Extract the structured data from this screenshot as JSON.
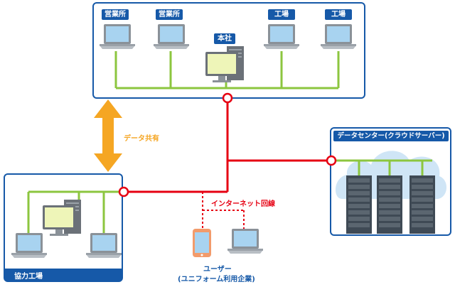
{
  "headquarters_network": {
    "branch_office_1": "営業所",
    "branch_office_2": "営業所",
    "head_office": "本社",
    "factory_1": "工場",
    "factory_2": "工場"
  },
  "data_sharing_label": "データ共有",
  "data_center_label": "データセンター(クラウドサーバー)",
  "partner_factory_label": "協力工場",
  "internet_line_label": "インターネット回線",
  "user_label_line1": "ユーザー",
  "user_label_line2": "(ユニフォーム利用企業)",
  "colors": {
    "frame_blue": "#1659a8",
    "lan_green": "#8cc63f",
    "wan_red": "#e60012",
    "arrow_orange": "#f5a623",
    "screen_blue": "#a8d3f0",
    "cloud_blue": "#cfe5f6"
  }
}
